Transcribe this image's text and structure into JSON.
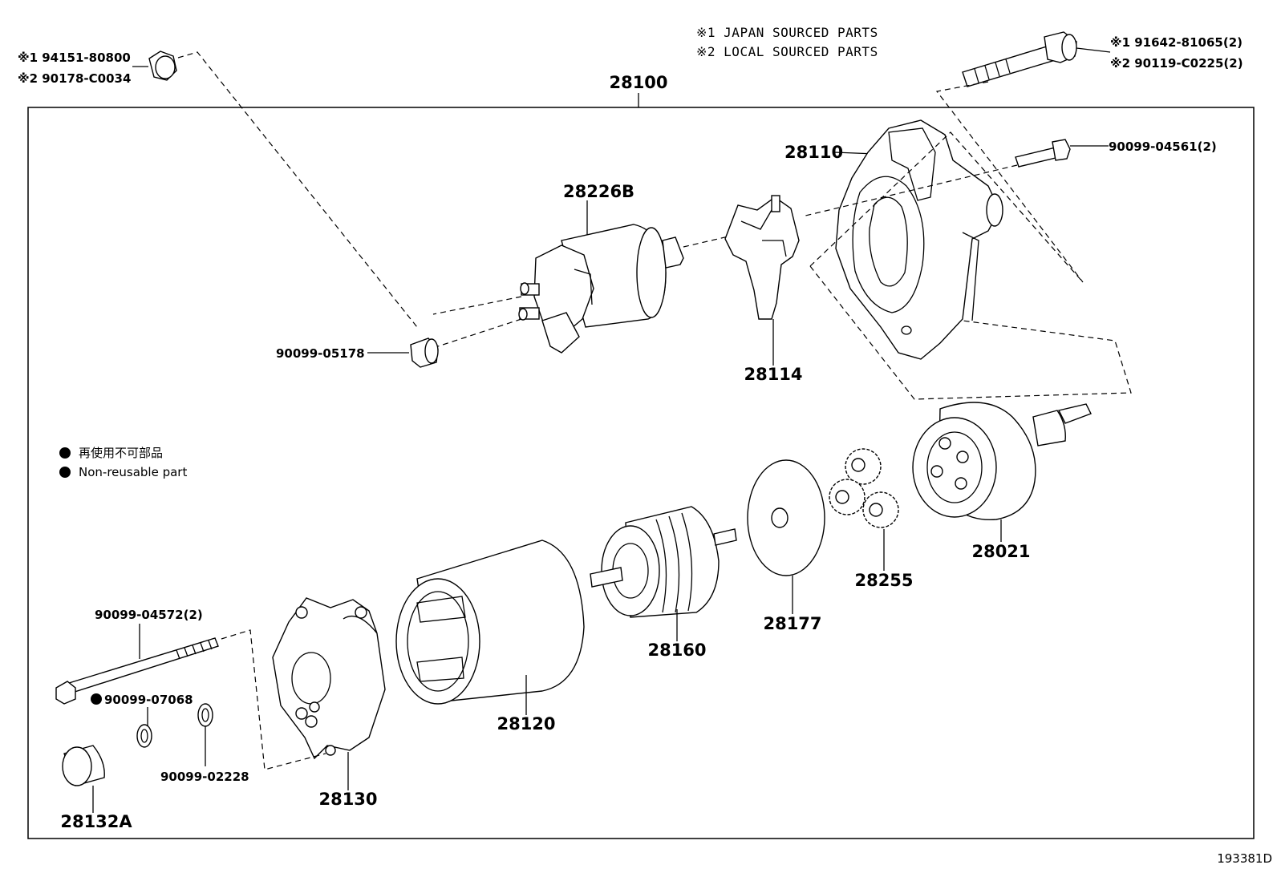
{
  "notes": {
    "note1": "※1 JAPAN SOURCED PARTS",
    "note2": "※2 LOCAL SOURCED PARTS"
  },
  "legend": {
    "jp": "再使用不可部品",
    "en": "Non-reusable part"
  },
  "figure_id": "193381D",
  "assembly_label": "28100",
  "parts": {
    "nut_japan": "※1 94151-80800",
    "nut_local": "※2 90178-C0034",
    "bolt_japan": "※1 91642-81065(2)",
    "bolt_local": "※2 90119-C0225(2)",
    "housing": "28110",
    "screw_small": "90099-04561(2)",
    "solenoid": "28226B",
    "lever": "28114",
    "boot": "90099-05178",
    "clutch": "28021",
    "gears": "28255",
    "plate": "28177",
    "armature": "28160",
    "yoke": "28120",
    "through_bolt": "90099-04572(2)",
    "oring": "90099-07068",
    "washer": "90099-02228",
    "end_frame": "28130",
    "cap": "28132A"
  }
}
